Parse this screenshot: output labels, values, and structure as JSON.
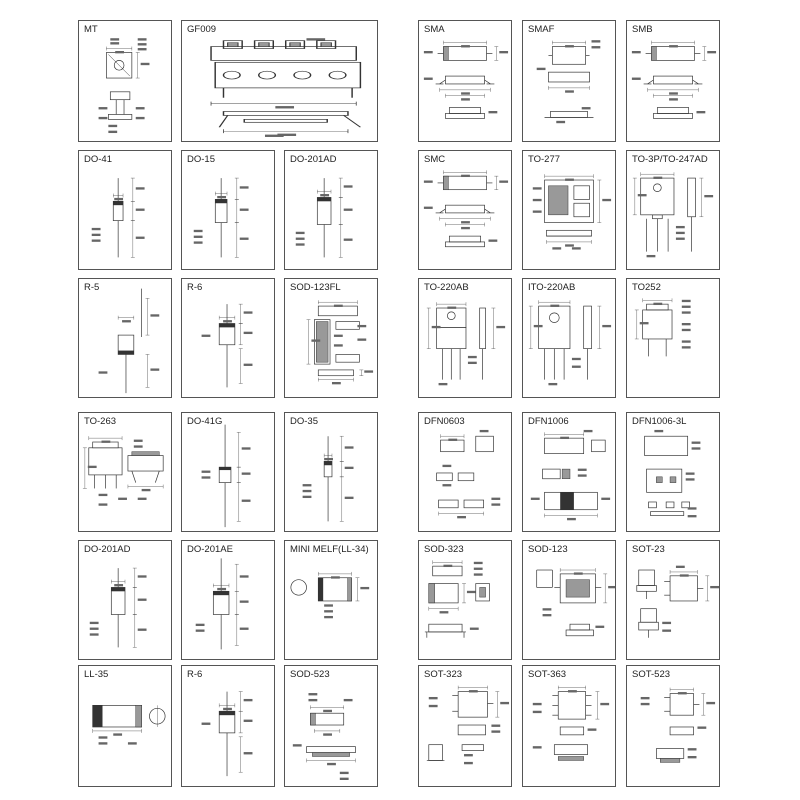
{
  "grid": {
    "left": [
      [
        "MT",
        "GF009"
      ],
      [
        "DO-41",
        "DO-15",
        "DO-201AD"
      ],
      [
        "R-5",
        "R-6",
        "SOD-123FL"
      ],
      [
        "TO-263",
        "DO-41G",
        "DO-35"
      ],
      [
        "DO-201AD",
        "DO-201AE",
        "MINI MELF(LL-34)"
      ],
      [
        "LL-35",
        "R-6",
        "SOD-523"
      ]
    ],
    "right": [
      [
        "SMA",
        "SMAF",
        "SMB"
      ],
      [
        "SMC",
        "TO-277",
        "TO-3P/TO-247AD"
      ],
      [
        "TO-220AB",
        "ITO-220AB",
        "TO252"
      ],
      [
        "DFN0603",
        "DFN1006",
        "DFN1006-3L"
      ],
      [
        "SOD-323",
        "SOD-123",
        "SOT-23"
      ],
      [
        "SOT-323",
        "SOT-363",
        "SOT-523"
      ]
    ]
  }
}
